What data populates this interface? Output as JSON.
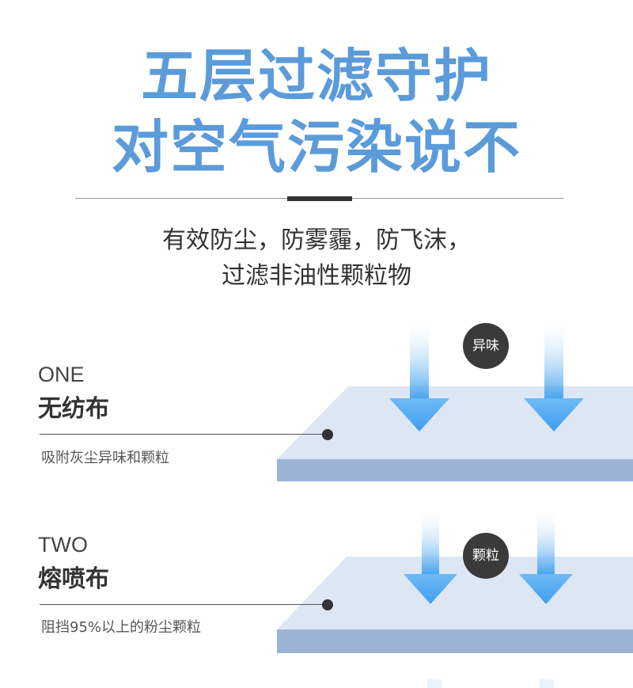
{
  "header": {
    "title_line1": "五层过滤守护",
    "title_line2": "对空气污染说不",
    "subtitle_line1": "有效防尘，防雾霾，防飞沫，",
    "subtitle_line2": "过滤非油性颗粒物"
  },
  "layers": [
    {
      "label": "ONE",
      "name": "无纺布",
      "description": "吸附灰尘异味和颗粒",
      "badge": "异味"
    },
    {
      "label": "TWO",
      "name": "熔喷布",
      "description": "阻挡95%以上的粉尘颗粒",
      "badge": "颗粒"
    }
  ],
  "colors": {
    "title": "#5b9bd9",
    "slab_top": "#dde7f4",
    "slab_front": "#9cb3d6",
    "arrow": "#4aa6ef",
    "badge": "#3a3a3a"
  }
}
